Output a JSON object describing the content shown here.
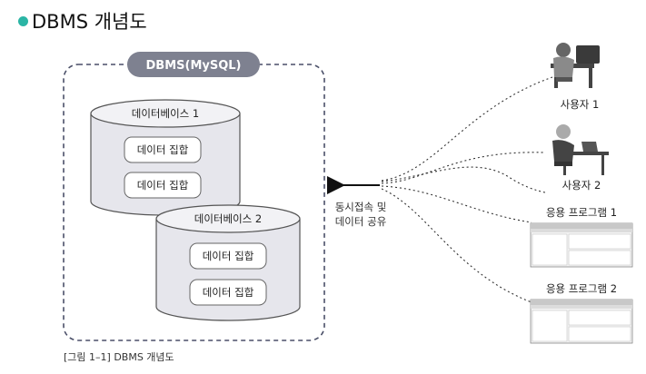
{
  "heading": "DBMS 개념도",
  "dbms_label": "DBMS(MySQL)",
  "databases": [
    {
      "name": "데이터베이스 1",
      "sets": [
        "데이터 집합",
        "데이터 집합"
      ]
    },
    {
      "name": "데이터베이스 2",
      "sets": [
        "데이터 집합",
        "데이터 집합"
      ]
    }
  ],
  "arrow_label": [
    "동시접속 및",
    "데이터 공유"
  ],
  "clients": {
    "user1": "사용자 1",
    "user2": "사용자 2",
    "app1": "응용 프로그램 1",
    "app2": "응용 프로그램 2"
  },
  "caption": "[그림 1–1] DBMS 개념도",
  "colors": {
    "accent_dot": "#2bb5a5",
    "dbms_badge": "#7e8190",
    "cylinder_fill": "#e6e6ec",
    "dashed_border": "#4a4f68"
  }
}
